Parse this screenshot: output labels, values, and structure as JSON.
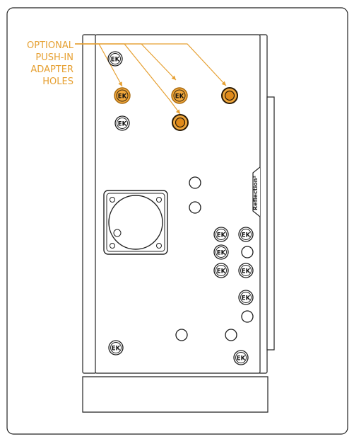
{
  "callout": {
    "lines": [
      "OPTIONAL",
      "PUSH-IN",
      "ADAPTER",
      "HOLES"
    ],
    "color": "#e6a032"
  },
  "brand_label": "Reflection²",
  "port_logo": "EK",
  "colors": {
    "line": "#1a1a1a",
    "panel": "#ffffff",
    "accent": "#e6a032",
    "accent_fill": "#f0a63a",
    "accent_dark": "#a86a10"
  }
}
